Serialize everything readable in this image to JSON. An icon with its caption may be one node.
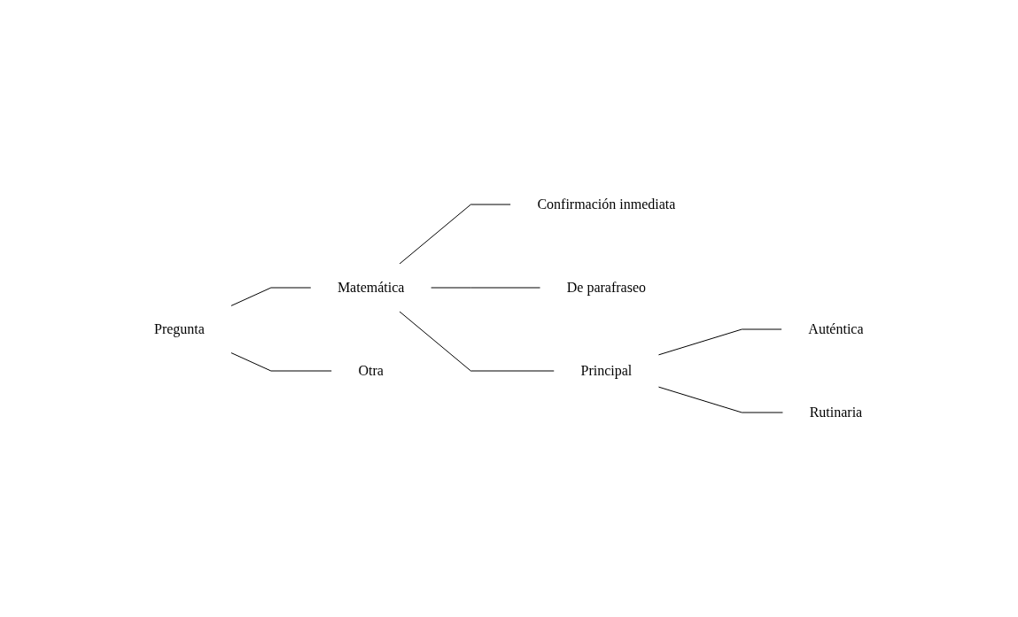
{
  "diagram": {
    "nodes": [
      {
        "text": [
          "Pregunta"
        ]
      },
      {
        "text": [
          "Matemática"
        ]
      },
      {
        "text": [
          "Otra"
        ]
      },
      {
        "text": [
          "Confirmación inmediata"
        ]
      },
      {
        "text": [
          "De parafraseo"
        ]
      },
      {
        "text": [
          "Principal"
        ]
      },
      {
        "text": [
          "Auténtica"
        ]
      },
      {
        "text": [
          "Rutinaria"
        ]
      }
    ],
    "edges": [
      {
        "from": 0,
        "to": 1,
        "arrow": "none"
      },
      {
        "from": 0,
        "to": 2,
        "arrow": "none"
      },
      {
        "from": 1,
        "to": 3,
        "arrow": "none"
      },
      {
        "from": 1,
        "to": 4,
        "arrow": "none"
      },
      {
        "from": 1,
        "to": 5,
        "arrow": "none"
      },
      {
        "from": 5,
        "to": 6,
        "arrow": "none"
      },
      {
        "from": 5,
        "to": 7,
        "arrow": "none"
      }
    ]
  }
}
